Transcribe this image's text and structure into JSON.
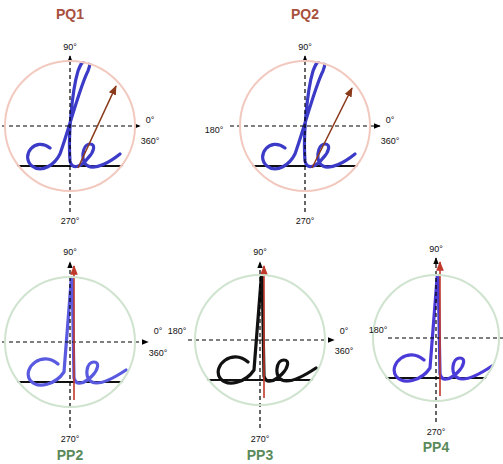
{
  "diagram": {
    "nodes": [
      {
        "text": [
          "PQ1",
          "90°",
          "0°",
          "360°",
          "270°"
        ]
      },
      {
        "text": [
          "PQ2",
          "90°",
          "180°",
          "0°",
          "360°",
          "270°"
        ]
      },
      {
        "text": [
          "PP2",
          "90°",
          "0°",
          "360°",
          "270°"
        ]
      },
      {
        "text": [
          "PP3",
          "90°",
          "180°",
          "0°",
          "360°",
          "270°"
        ]
      },
      {
        "text": [
          "PP4",
          "90°",
          "180°",
          "270°"
        ]
      }
    ]
  }
}
